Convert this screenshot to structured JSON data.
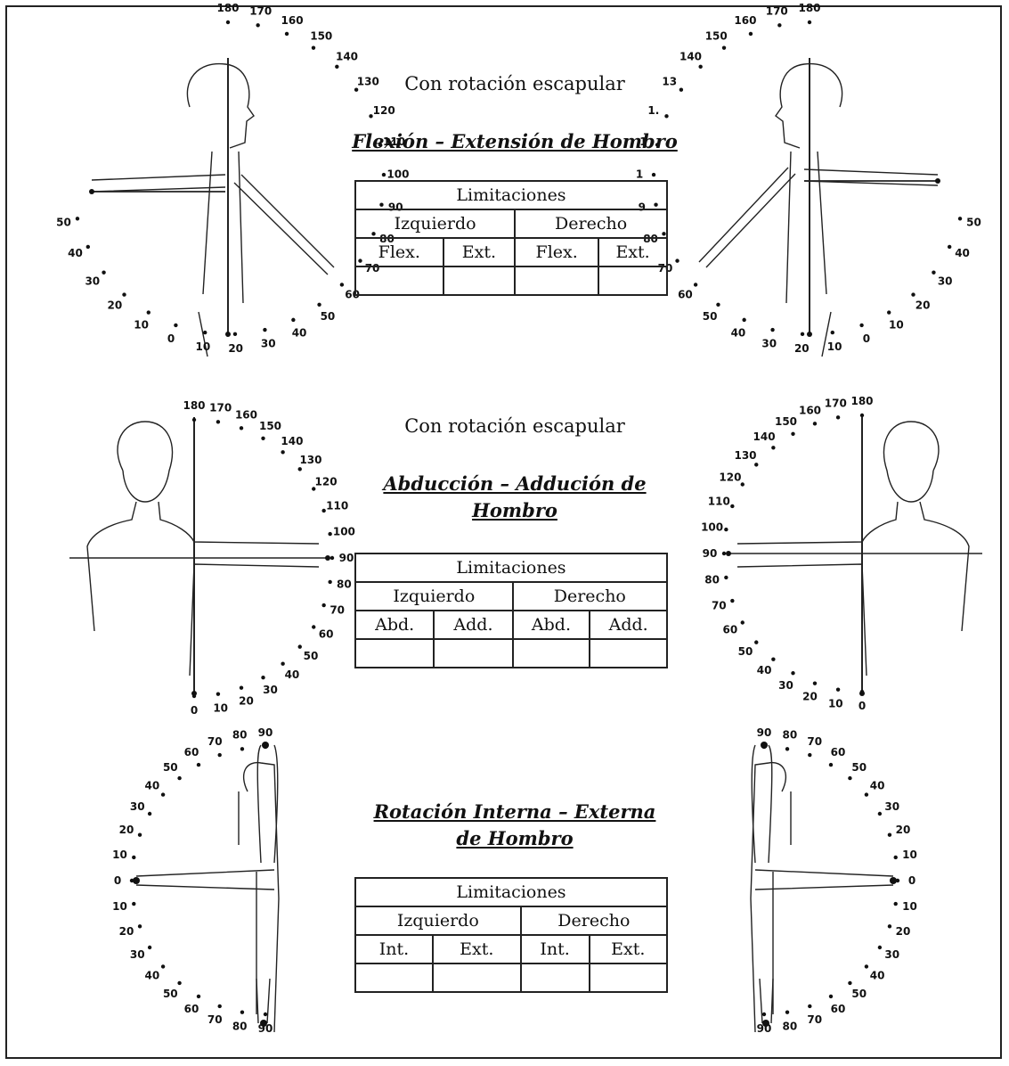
{
  "sections": [
    {
      "subtitle": "Con rotación escapular",
      "title": "Flexión – Extensión de Hombro",
      "table": {
        "header": "Limitaciones",
        "sides": [
          "Izquierdo",
          "Derecho"
        ],
        "columns": [
          "Flex.",
          "Ext.",
          "Flex.",
          "Ext."
        ]
      },
      "left_scale": [
        "180",
        "170",
        "160",
        "150",
        "140",
        "130",
        "120",
        "110",
        "100",
        "90",
        "80",
        "70",
        "60",
        "50",
        "40",
        "30",
        "20",
        "10",
        "0",
        "10",
        "20",
        "30",
        "40",
        "50"
      ],
      "right_scale": [
        "180",
        "170",
        "160",
        "150",
        "140",
        "13",
        "1.",
        "1",
        "1",
        "9",
        "80",
        "70",
        "60",
        "50",
        "40",
        "30",
        "20",
        "10",
        "0",
        "10",
        "20",
        "30",
        "40",
        "50"
      ]
    },
    {
      "subtitle": "Con rotación escapular",
      "title": "Abducción – Addución de Hombro",
      "table": {
        "header": "Limitaciones",
        "sides": [
          "Izquierdo",
          "Derecho"
        ],
        "columns": [
          "Abd.",
          "Add.",
          "Abd.",
          "Add."
        ]
      },
      "left_scale": [
        "180",
        "170",
        "160",
        "150",
        "140",
        "130",
        "120",
        "110",
        "100",
        "90",
        "80",
        "70",
        "60",
        "50",
        "40",
        "30",
        "20",
        "10",
        "0"
      ],
      "right_scale": [
        "180",
        "170",
        "160",
        "150",
        "140",
        "130",
        "120",
        "110",
        "100",
        "90",
        "80",
        "70",
        "60",
        "50",
        "40",
        "30",
        "20",
        "10",
        "0"
      ]
    },
    {
      "subtitle": "",
      "title": "Rotación Interna – Externa de Hombro",
      "table": {
        "header": "Limitaciones",
        "sides": [
          "Izquierdo",
          "Derecho"
        ],
        "columns": [
          "Int.",
          "Ext.",
          "Int.",
          "Ext."
        ]
      },
      "left_scale": [
        "90",
        "80",
        "70",
        "60",
        "50",
        "40",
        "30",
        "20",
        "10",
        "0",
        "10",
        "20",
        "30",
        "40",
        "50",
        "60",
        "70",
        "80",
        "90"
      ],
      "right_scale": [
        "90",
        "80",
        "70",
        "60",
        "50",
        "40",
        "30",
        "20",
        "10",
        "0",
        "10",
        "20",
        "30",
        "40",
        "50",
        "60",
        "70",
        "80",
        "90"
      ]
    }
  ]
}
